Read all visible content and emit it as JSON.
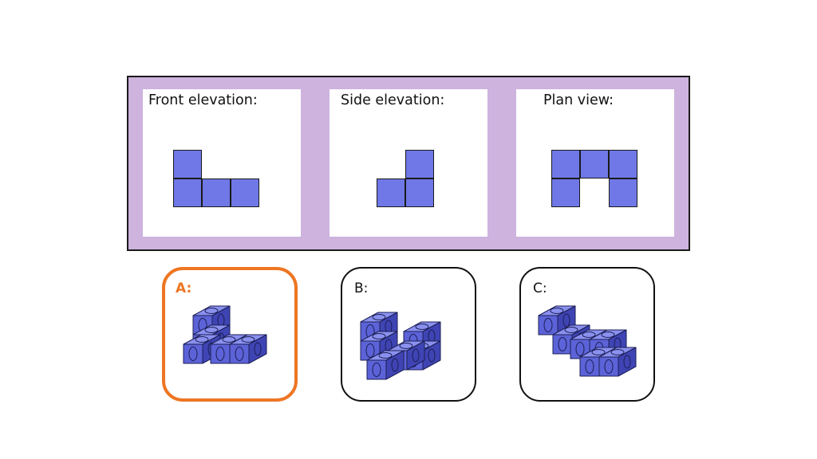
{
  "views": {
    "front": {
      "label": "Front elevation:"
    },
    "side": {
      "label": "Side elevation:"
    },
    "plan": {
      "label": "Plan view:"
    }
  },
  "options": [
    {
      "label": "A:",
      "selected": true
    },
    {
      "label": "B:",
      "selected": false
    },
    {
      "label": "C:",
      "selected": false
    }
  ],
  "colors": {
    "frame_fill": "#cdb3de",
    "square_fill": "#6f78e6",
    "cube_top": "#8a90ee",
    "cube_front": "#5c63d8",
    "cube_side": "#3f44b4",
    "selected_accent": "#ee7623"
  }
}
